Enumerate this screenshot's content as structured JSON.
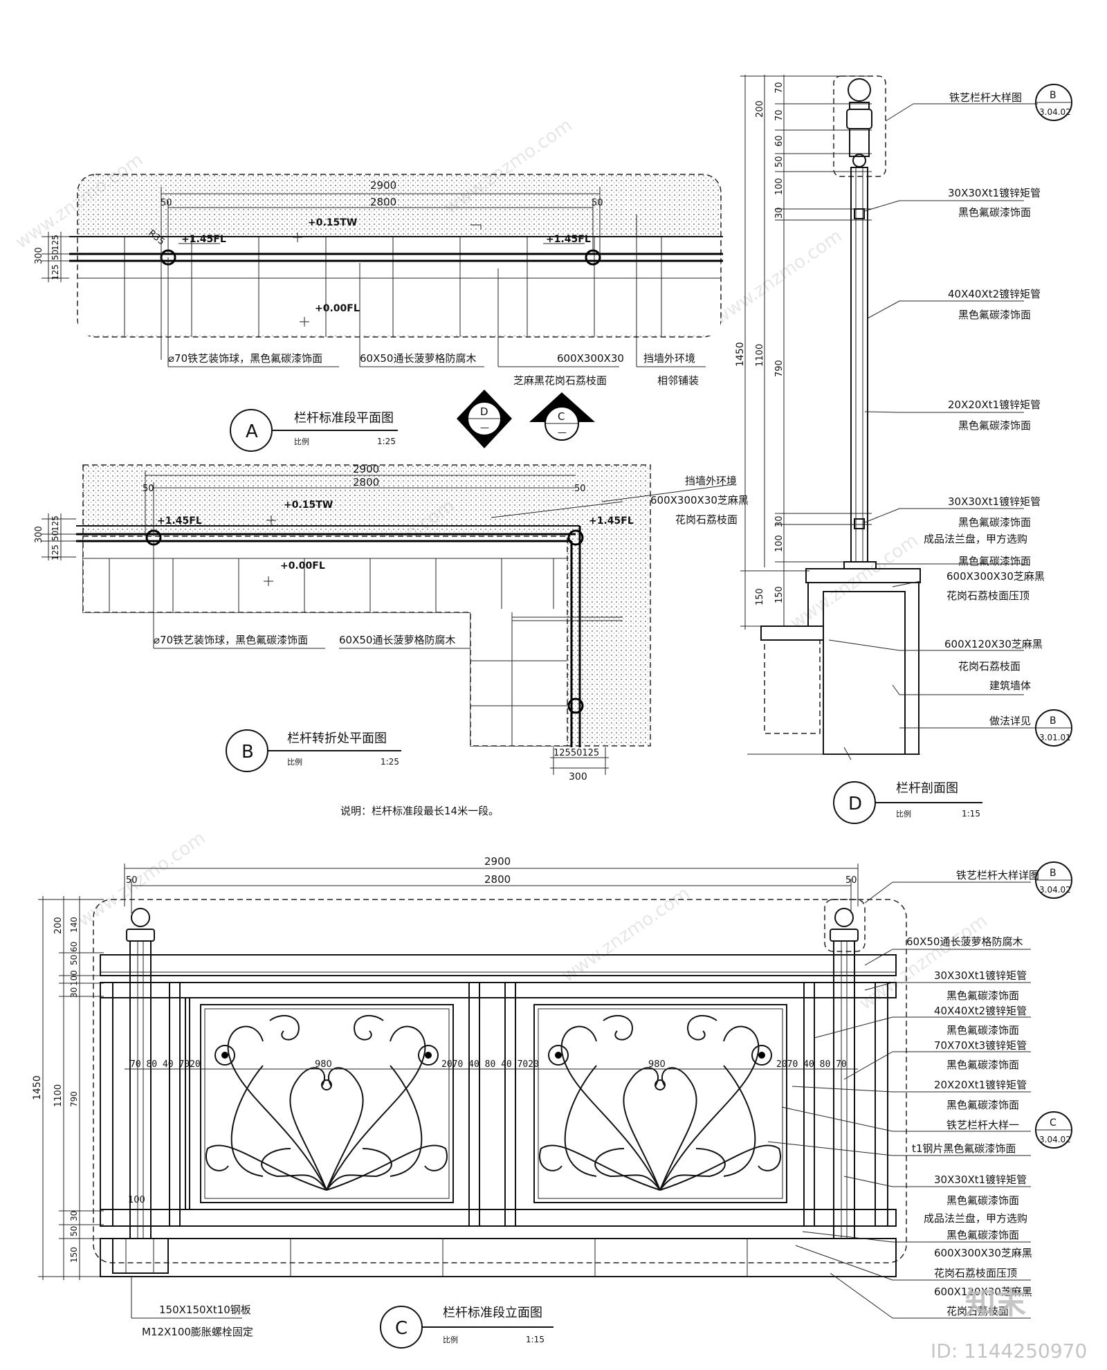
{
  "plan_a": {
    "dims": {
      "d2900": "2900",
      "d2800": "2800",
      "d50a": "50",
      "d50b": "50",
      "r": "R35",
      "d300": "300",
      "d125a": "125",
      "d50c": "50",
      "d125b": "125"
    },
    "elevations": {
      "e145a": "+1.45FL",
      "e145b": "+1.45FL",
      "e015": "+0.15TW",
      "e000": "+0.00FL"
    },
    "callouts": {
      "ball": "⌀70铁艺装饰球，黑色氟碳漆饰面",
      "wood": "60X50通长菠萝格防腐木",
      "stone1": "600X300X30",
      "stone2": "芝麻黑花岗石荔枝面",
      "env1": "挡墙外环境",
      "env2": "相邻铺装"
    },
    "title": {
      "letter": "A",
      "name": "栏杆标准段平面图",
      "scale_label": "比例",
      "scale": "1:25"
    }
  },
  "markers": {
    "d_letter": "D",
    "d_sub": "—",
    "c_letter": "C",
    "c_sub": "—"
  },
  "plan_b": {
    "dims": {
      "d2900": "2900",
      "d2800": "2800",
      "d50a": "50",
      "d50b": "50",
      "d300": "300",
      "d125a": "125",
      "d50c": "50",
      "d125b": "125",
      "bd": "12550125",
      "b300": "300"
    },
    "elevations": {
      "e145a": "+1.45FL",
      "e145b": "+1.45FL",
      "e015": "+0.15TW",
      "e000": "+0.00FL"
    },
    "callouts": {
      "env": "挡墙外环境",
      "stone1": "600X300X30芝麻黑",
      "stone2": "花岗石荔枝面",
      "ball": "⌀70铁艺装饰球，黑色氟碳漆饰面",
      "wood": "60X50通长菠萝格防腐木"
    },
    "title": {
      "letter": "B",
      "name": "栏杆转折处平面图",
      "scale_label": "比例",
      "scale": "1:25"
    },
    "note": "说明：栏杆标准段最长14米一段。"
  },
  "section_d": {
    "dims": {
      "d70a": "70",
      "d70b": "70",
      "d60": "60",
      "d50": "50",
      "d100a": "100",
      "d30a": "30",
      "d790": "790",
      "d30b": "30",
      "d100b": "100",
      "d150a": "150",
      "d200": "200",
      "d1100": "1100",
      "d150b": "150",
      "d1450": "1450"
    },
    "callouts": [
      {
        "text": "铁艺栏杆大样图",
        "ref_top": "B",
        "ref_bot": "3.04.02"
      },
      {
        "text": "30X30Xt1镀锌矩管"
      },
      {
        "text": "黑色氟碳漆饰面"
      },
      {
        "text": "40X40Xt2镀锌矩管"
      },
      {
        "text": "黑色氟碳漆饰面"
      },
      {
        "text": "20X20Xt1镀锌矩管"
      },
      {
        "text": "黑色氟碳漆饰面"
      },
      {
        "text": "30X30Xt1镀锌矩管"
      },
      {
        "text": "黑色氟碳漆饰面"
      },
      {
        "text": "成品法兰盘，甲方选购"
      },
      {
        "text": "黑色氟碳漆饰面"
      },
      {
        "text": "600X300X30芝麻黑"
      },
      {
        "text": "花岗石荔枝面压顶"
      },
      {
        "text": "600X120X30芝麻黑"
      },
      {
        "text": "花岗石荔枝面"
      },
      {
        "text": "建筑墙体"
      },
      {
        "text": "做法详见",
        "ref_top": "B",
        "ref_bot": "3.01.01"
      }
    ],
    "title": {
      "letter": "D",
      "name": "栏杆剖面图",
      "scale_label": "比例",
      "scale": "1:15"
    }
  },
  "elev_c": {
    "dims": {
      "d2900": "2900",
      "d2800": "2800",
      "d50a": "50",
      "d50b": "50",
      "d1450": "1450",
      "d200": "200",
      "d140": "140",
      "d60": "60",
      "d50a2": "50",
      "d100": "100",
      "d30a": "30",
      "d1100": "1100",
      "d790": "790",
      "d30b": "30",
      "d50b2": "50",
      "d150": "150",
      "row_left": "70 80 40 7020",
      "d980a": "980",
      "row_mid": "2070 40 80 40 7020",
      "d980b": "980",
      "row_right": "2070 40 80 70",
      "d100b": "100"
    },
    "callouts": [
      {
        "text": "铁艺栏杆大样详图",
        "ref_top": "B",
        "ref_bot": "3.04.02"
      },
      {
        "text": "60X50通长菠萝格防腐木"
      },
      {
        "text": "30X30Xt1镀锌矩管"
      },
      {
        "text": "黑色氟碳漆饰面"
      },
      {
        "text": "40X40Xt2镀锌矩管"
      },
      {
        "text": "黑色氟碳漆饰面"
      },
      {
        "text": "70X70Xt3镀锌矩管"
      },
      {
        "text": "黑色氟碳漆饰面"
      },
      {
        "text": "20X20Xt1镀锌矩管"
      },
      {
        "text": "黑色氟碳漆饰面"
      },
      {
        "text": "铁艺栏杆大样一",
        "ref_top": "C",
        "ref_bot": "3.04.02"
      },
      {
        "text": "t1钢片黑色氟碳漆饰面"
      },
      {
        "text": "30X30Xt1镀锌矩管"
      },
      {
        "text": "黑色氟碳漆饰面"
      },
      {
        "text": "成品法兰盘，甲方选购"
      },
      {
        "text": "黑色氟碳漆饰面"
      },
      {
        "text": "600X300X30芝麻黑"
      },
      {
        "text": "花岗石荔枝面压顶"
      },
      {
        "text": "600X120X30芝麻黑"
      },
      {
        "text": "花岗石荔枝面"
      }
    ],
    "base_notes": {
      "n1": "150X150Xt10钢板",
      "n2": "M12X100膨胀螺栓固定"
    },
    "title": {
      "letter": "C",
      "name": "栏杆标准段立面图",
      "scale_label": "比例",
      "scale": "1:15"
    }
  },
  "watermark": {
    "logo": "知末",
    "site": "www.znzmo.com",
    "id": "ID: 1144250970"
  }
}
